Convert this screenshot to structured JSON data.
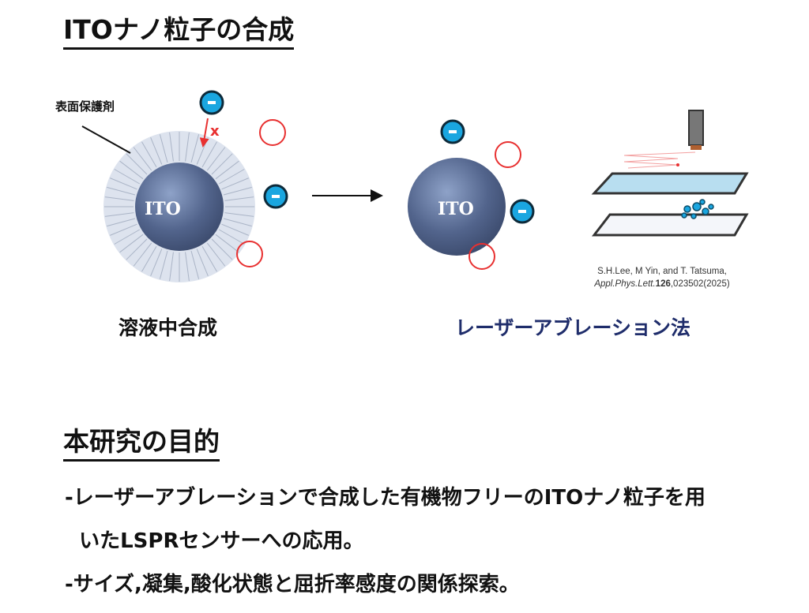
{
  "section1": {
    "title": "ITOナノ粒子の合成",
    "surface_label": "表面保護剤",
    "particle_label": "ITO",
    "blocked_mark": "x",
    "left_caption": "溶液中合成",
    "right_caption": "レーザーアブレーション法",
    "citation": {
      "authors": "S.H.Lee, M Yin, and T. Tatsuma,",
      "journal": "Appl.Phys.Lett.",
      "volume": "126",
      "pages_year": ",023502(2025)"
    },
    "colors": {
      "caption_blue": "#1f2d6b",
      "ion_blue": "#1aa6e0",
      "ring_red": "#e83030",
      "particle": "#4e5f86"
    }
  },
  "section2": {
    "title": "本研究の目的",
    "bullets": [
      "-レーザーアブレーションで合成した有機物フリーのITOナノ粒子を用",
      "  いたLSPRセンサーへの応用。",
      "-サイズ,凝集,酸化状態と屈折率感度の関係探索。"
    ]
  }
}
